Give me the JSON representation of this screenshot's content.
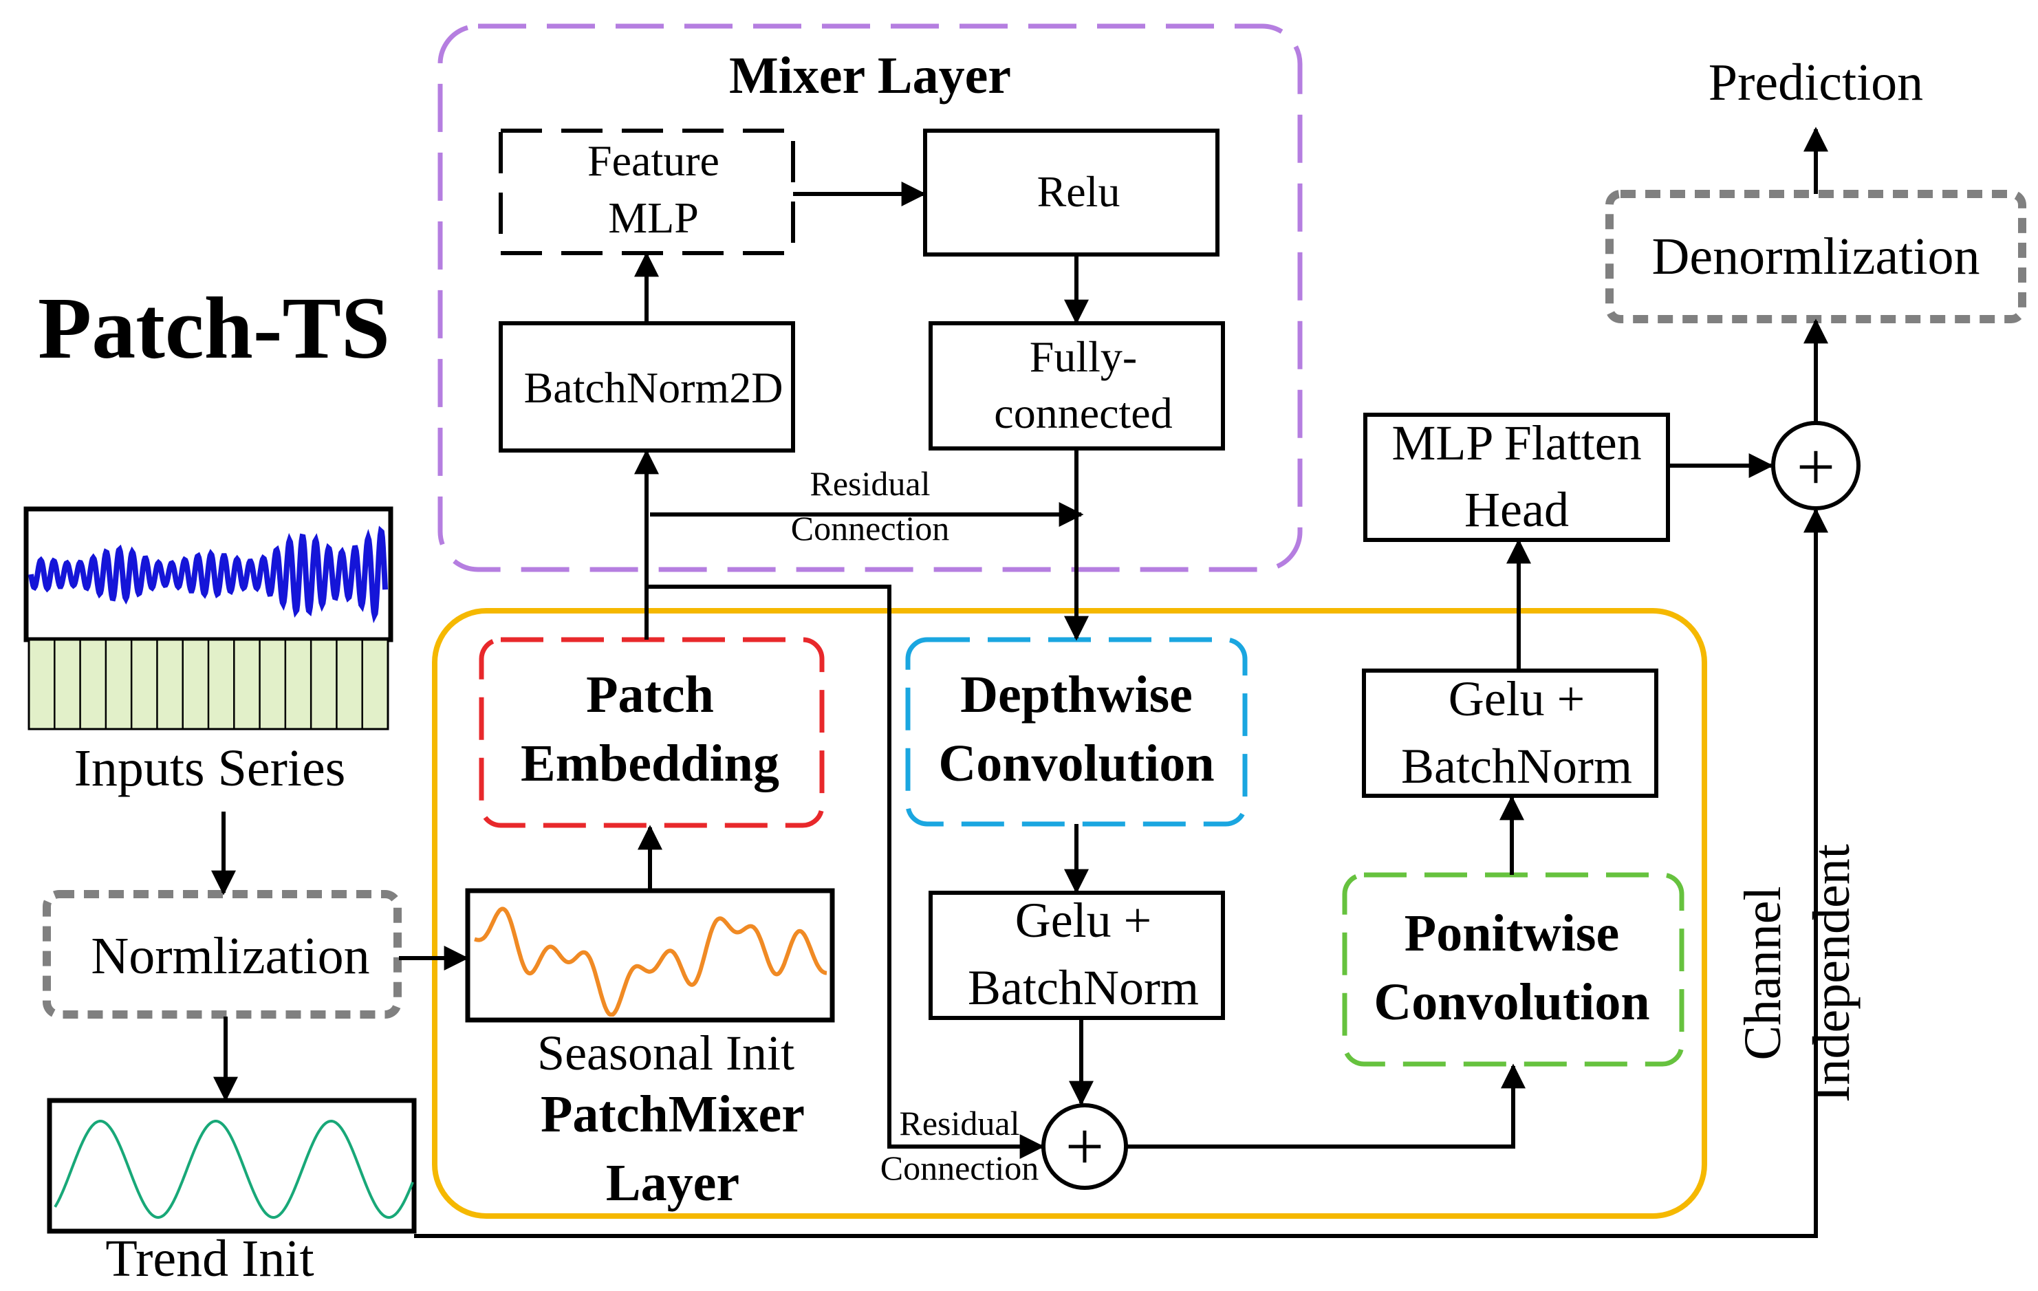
{
  "title": "Patch-TS",
  "mixer_layer": {
    "title": "Mixer Layer",
    "feature_mlp": [
      "Feature",
      "MLP"
    ],
    "relu": "Relu",
    "batchnorm2d": "BatchNorm2D",
    "fully_connected": [
      "Fully-",
      "connected"
    ],
    "residual": [
      "Residual",
      "Connection"
    ]
  },
  "inputs": {
    "label": "Inputs Series",
    "normalization": "Normlization",
    "trend_init": "Trend Init"
  },
  "patchmixer": {
    "title": [
      "PatchMixer",
      "Layer"
    ],
    "seasonal_init": "Seasonal Init",
    "patch_embedding": [
      "Patch",
      "Embedding"
    ],
    "depthwise": [
      "Depthwise",
      "Convolution"
    ],
    "gelu_bn_1": [
      "Gelu +",
      "BatchNorm"
    ],
    "residual": [
      "Residual",
      "Connection"
    ],
    "pointwise": [
      "Ponitwise",
      "Convolution"
    ],
    "gelu_bn_2": [
      "Gelu +",
      "BatchNorm"
    ]
  },
  "head": {
    "mlp_flatten": [
      "MLP Flatten",
      "Head"
    ],
    "denormalization": "Denormlization",
    "prediction": "Prediction",
    "channel_independent": [
      "Channel",
      "Independent"
    ],
    "plus": "+"
  },
  "colors": {
    "mixer_border": "#b57ee0",
    "patchmixer_border": "#f5b800",
    "patch_embedding_border": "#e8282b",
    "depthwise_border": "#1aa6e0",
    "pointwise_border": "#66c23e",
    "gray_dashed": "#808080",
    "input_wave": "#1515d8",
    "input_patches_fill": "#e2f0c9",
    "seasonal_wave": "#f08a24",
    "trend_wave": "#18a878"
  }
}
